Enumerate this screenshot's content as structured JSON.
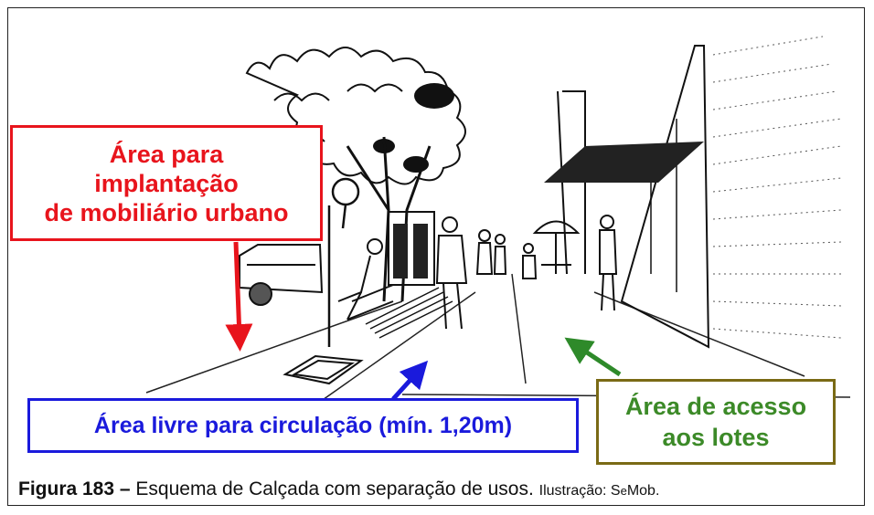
{
  "labels": {
    "mobiliario": {
      "line1": "Área para",
      "line2": "implantação",
      "line3": "de mobiliário urbano",
      "color": "#e8141c"
    },
    "circulacao": {
      "text": "Área livre para circulação (mín. 1,20m)",
      "color": "#1a1adc"
    },
    "acesso": {
      "line1": "Área de acesso",
      "line2": "aos lotes",
      "text_color": "#3c8a28",
      "border_color": "#7a6a15"
    }
  },
  "caption": {
    "figure": "Figura 183 –",
    "text": " Esquema de Calçada com separação de usos. ",
    "credit_prefix": "Ilustração: S",
    "credit_small": "e",
    "credit_suffix": "Mob."
  }
}
